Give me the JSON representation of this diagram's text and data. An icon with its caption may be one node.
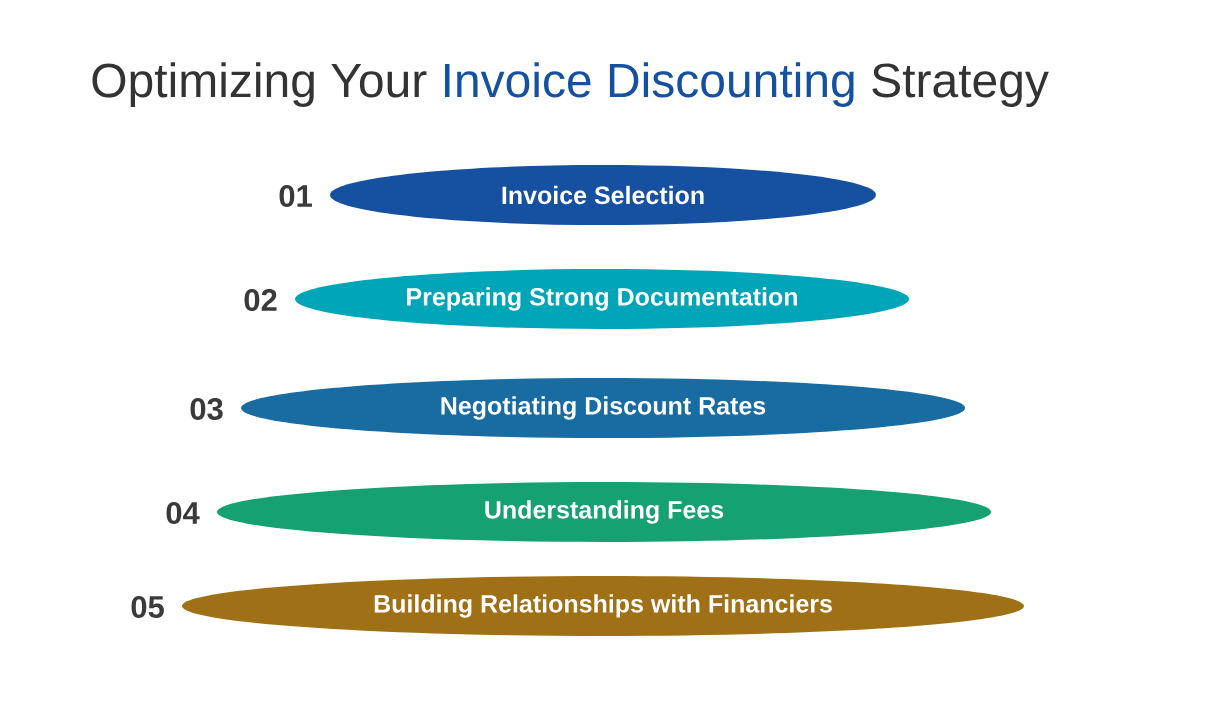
{
  "diagram": {
    "title": "Optimizing Your **Invoice Discounting** Strategy",
    "nodes": [
      {
        "text": [
          "Invoice Selection"
        ],
        "beside": [
          "01"
        ]
      },
      {
        "text": [
          "Preparing Strong Documentation"
        ],
        "beside": [
          "02"
        ]
      },
      {
        "text": [
          "Negotiating Discount Rates"
        ],
        "beside": [
          "03"
        ]
      },
      {
        "text": [
          "Understanding Fees"
        ],
        "beside": [
          "04"
        ]
      },
      {
        "text": [
          "Building Relationships with Financiers"
        ],
        "beside": [
          "05"
        ]
      }
    ]
  }
}
